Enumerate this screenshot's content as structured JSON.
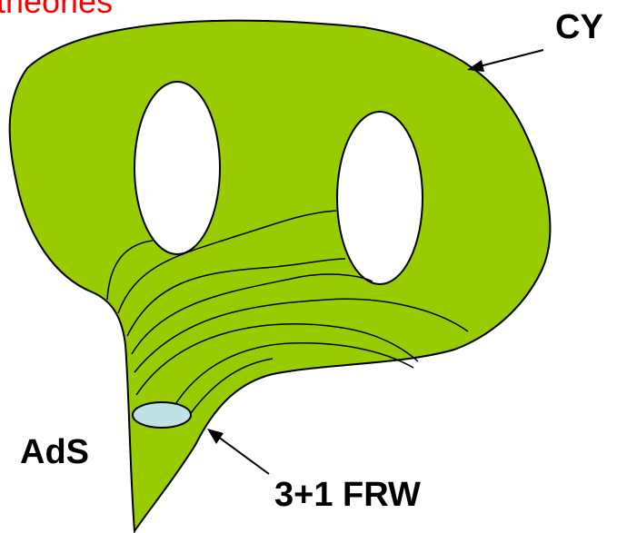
{
  "diagram": {
    "top_text": "theories",
    "top_text_color": "#ff0000",
    "labels": {
      "cy": "CY",
      "ads": "AdS",
      "frw": "3+1 FRW"
    },
    "colors": {
      "surface_fill": "#99cc00",
      "hole_fill": "#ffffff",
      "ads_disk_fill": "#bfe3e3",
      "outline": "#000000"
    }
  }
}
